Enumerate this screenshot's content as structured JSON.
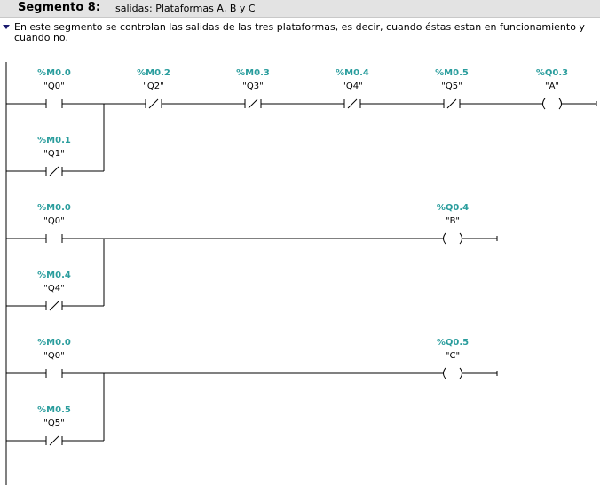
{
  "segment": {
    "title": "Segmento 8:",
    "subtitle": "salidas: Plataformas A, B y C",
    "comment": "En este segmento se controlan las salidas de las tres plataformas, es decir, cuando éstas estan en funcionamiento y cuando no."
  },
  "networks": [
    {
      "main": [
        {
          "addr": "%M0.0",
          "tag": "\"Q0\"",
          "kind": "NO"
        },
        {
          "addr": "%M0.2",
          "tag": "\"Q2\"",
          "kind": "NC"
        },
        {
          "addr": "%M0.3",
          "tag": "\"Q3\"",
          "kind": "NC"
        },
        {
          "addr": "%M0.4",
          "tag": "\"Q4\"",
          "kind": "NC"
        },
        {
          "addr": "%M0.5",
          "tag": "\"Q5\"",
          "kind": "NC"
        }
      ],
      "branch": {
        "addr": "%M0.1",
        "tag": "\"Q1\"",
        "kind": "NC"
      },
      "coil": {
        "addr": "%Q0.3",
        "tag": "\"A\""
      }
    },
    {
      "main": [
        {
          "addr": "%M0.0",
          "tag": "\"Q0\"",
          "kind": "NO"
        }
      ],
      "branch": {
        "addr": "%M0.4",
        "tag": "\"Q4\"",
        "kind": "NC"
      },
      "coil": {
        "addr": "%Q0.4",
        "tag": "\"B\""
      }
    },
    {
      "main": [
        {
          "addr": "%M0.0",
          "tag": "\"Q0\"",
          "kind": "NO"
        }
      ],
      "branch": {
        "addr": "%M0.5",
        "tag": "\"Q5\"",
        "kind": "NC"
      },
      "coil": {
        "addr": "%Q0.5",
        "tag": "\"C\""
      }
    }
  ]
}
